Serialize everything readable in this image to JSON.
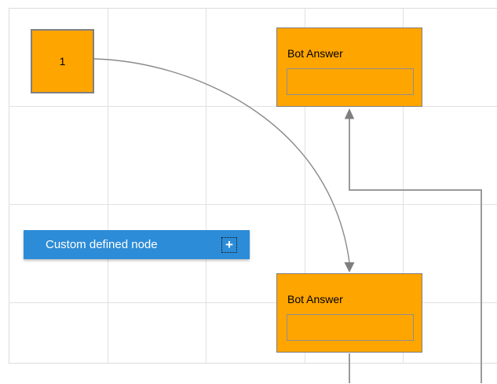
{
  "canvas": {
    "grid_color": "#e1e1e1",
    "frame_color": "#dcdcdc",
    "background": "#ffffff"
  },
  "colors": {
    "node_fill": "#FFA500",
    "node_border": "#808080",
    "custom_node_fill": "#2D8CD7",
    "custom_node_text": "#ffffff",
    "connector": "#969696",
    "arrowhead": "#7f7f7f"
  },
  "nodes": {
    "start": {
      "label": "1"
    },
    "bot_answer_top": {
      "title": "Bot Answer",
      "input_value": ""
    },
    "bot_answer_bottom": {
      "title": "Bot Answer",
      "input_value": ""
    },
    "custom": {
      "label": "Custom defined node",
      "plus_icon": "+"
    }
  }
}
